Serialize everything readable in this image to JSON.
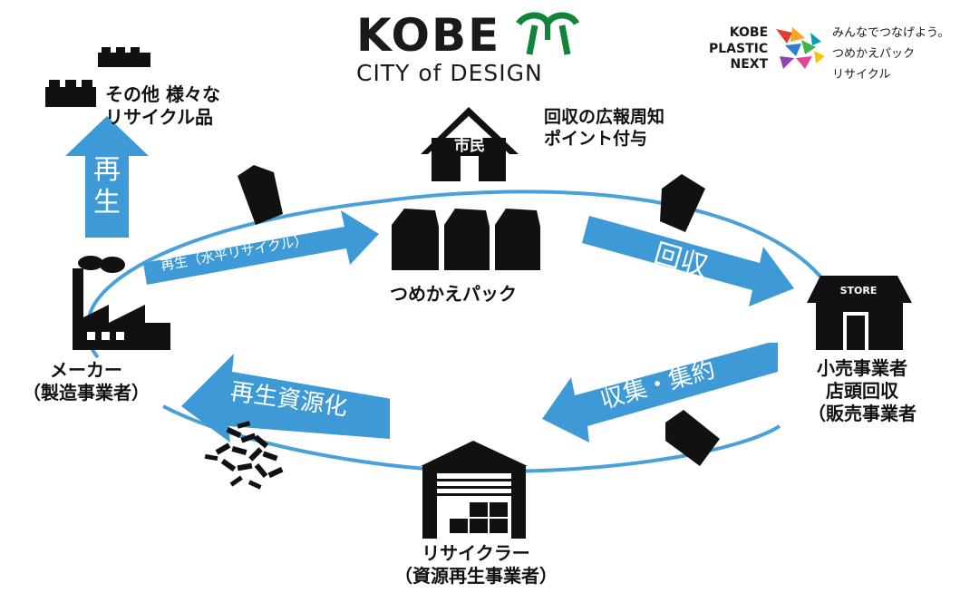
{
  "colors": {
    "arrow": "#3d9ad6",
    "ring": "#4aa0d8",
    "icon": "#111111",
    "kobe_green": "#12843a"
  },
  "header": {
    "kobe": "KOBE",
    "city_of_design": "CITY of DESIGN",
    "kpn_lines": [
      "KOBE",
      "PLASTIC",
      "NEXT"
    ],
    "slogan_lines": [
      "みんなでつなげよう。",
      "つめかえパック",
      "リサイクル"
    ]
  },
  "nodes": {
    "citizen": {
      "tag": "市民",
      "note_lines": [
        "回収の広報周知",
        "ポイント付与"
      ]
    },
    "refill_pack": {
      "label": "つめかえパック"
    },
    "store": {
      "tag": "STORE",
      "label_lines": [
        "小売事業者",
        "店頭回収",
        "（販売事業者"
      ]
    },
    "recycler": {
      "label_lines": [
        "リサイクラー",
        "（資源再生事業者）"
      ]
    },
    "maker": {
      "label_lines": [
        "メーカー",
        "（製造事業者）"
      ]
    },
    "other": {
      "label_lines": [
        "その他 様々な",
        "リサイクル品"
      ]
    }
  },
  "arrows": {
    "horizontal_regen": "再生（水平リサイクル）",
    "collect": "回収",
    "gather": "収集・集約",
    "resource": "再生資源化",
    "regen_up": "再生"
  },
  "icons": [
    "kobe-crest-icon",
    "kobe-plastic-next-logo-icon",
    "lego-brick-icon",
    "pouch-icon",
    "house-icon",
    "store-icon",
    "warehouse-icon",
    "factory-icon",
    "pellets-icon"
  ]
}
